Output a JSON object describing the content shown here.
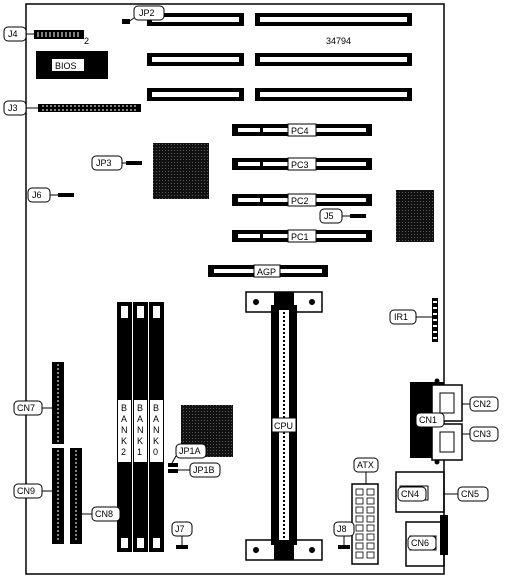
{
  "board": {
    "part_number": "34794",
    "bios_label": "BIOS",
    "j4_pin_mark": "2"
  },
  "callouts": {
    "jp2": "JP2",
    "j4": "J4",
    "j3": "J3",
    "jp3": "JP3",
    "j6": "J6",
    "j5": "J5",
    "ir1": "IR1",
    "cn7": "CN7",
    "cn9": "CN9",
    "cn8": "CN8",
    "jp1a": "JP1A",
    "jp1b": "JP1B",
    "j7": "J7",
    "j8": "J8",
    "atx": "ATX",
    "cn1": "CN1",
    "cn2": "CN2",
    "cn3": "CN3",
    "cn4": "CN4",
    "cn5": "CN5",
    "cn6": "CN6",
    "cpu": "CPU"
  },
  "slots": {
    "pc4": "PC4",
    "pc3": "PC3",
    "pc2": "PC2",
    "pc1": "PC1",
    "agp": "AGP"
  },
  "banks": [
    {
      "letters": [
        "B",
        "A",
        "N",
        "K",
        "2"
      ]
    },
    {
      "letters": [
        "B",
        "A",
        "N",
        "K",
        "1"
      ]
    },
    {
      "letters": [
        "B",
        "A",
        "N",
        "K",
        "0"
      ]
    }
  ]
}
